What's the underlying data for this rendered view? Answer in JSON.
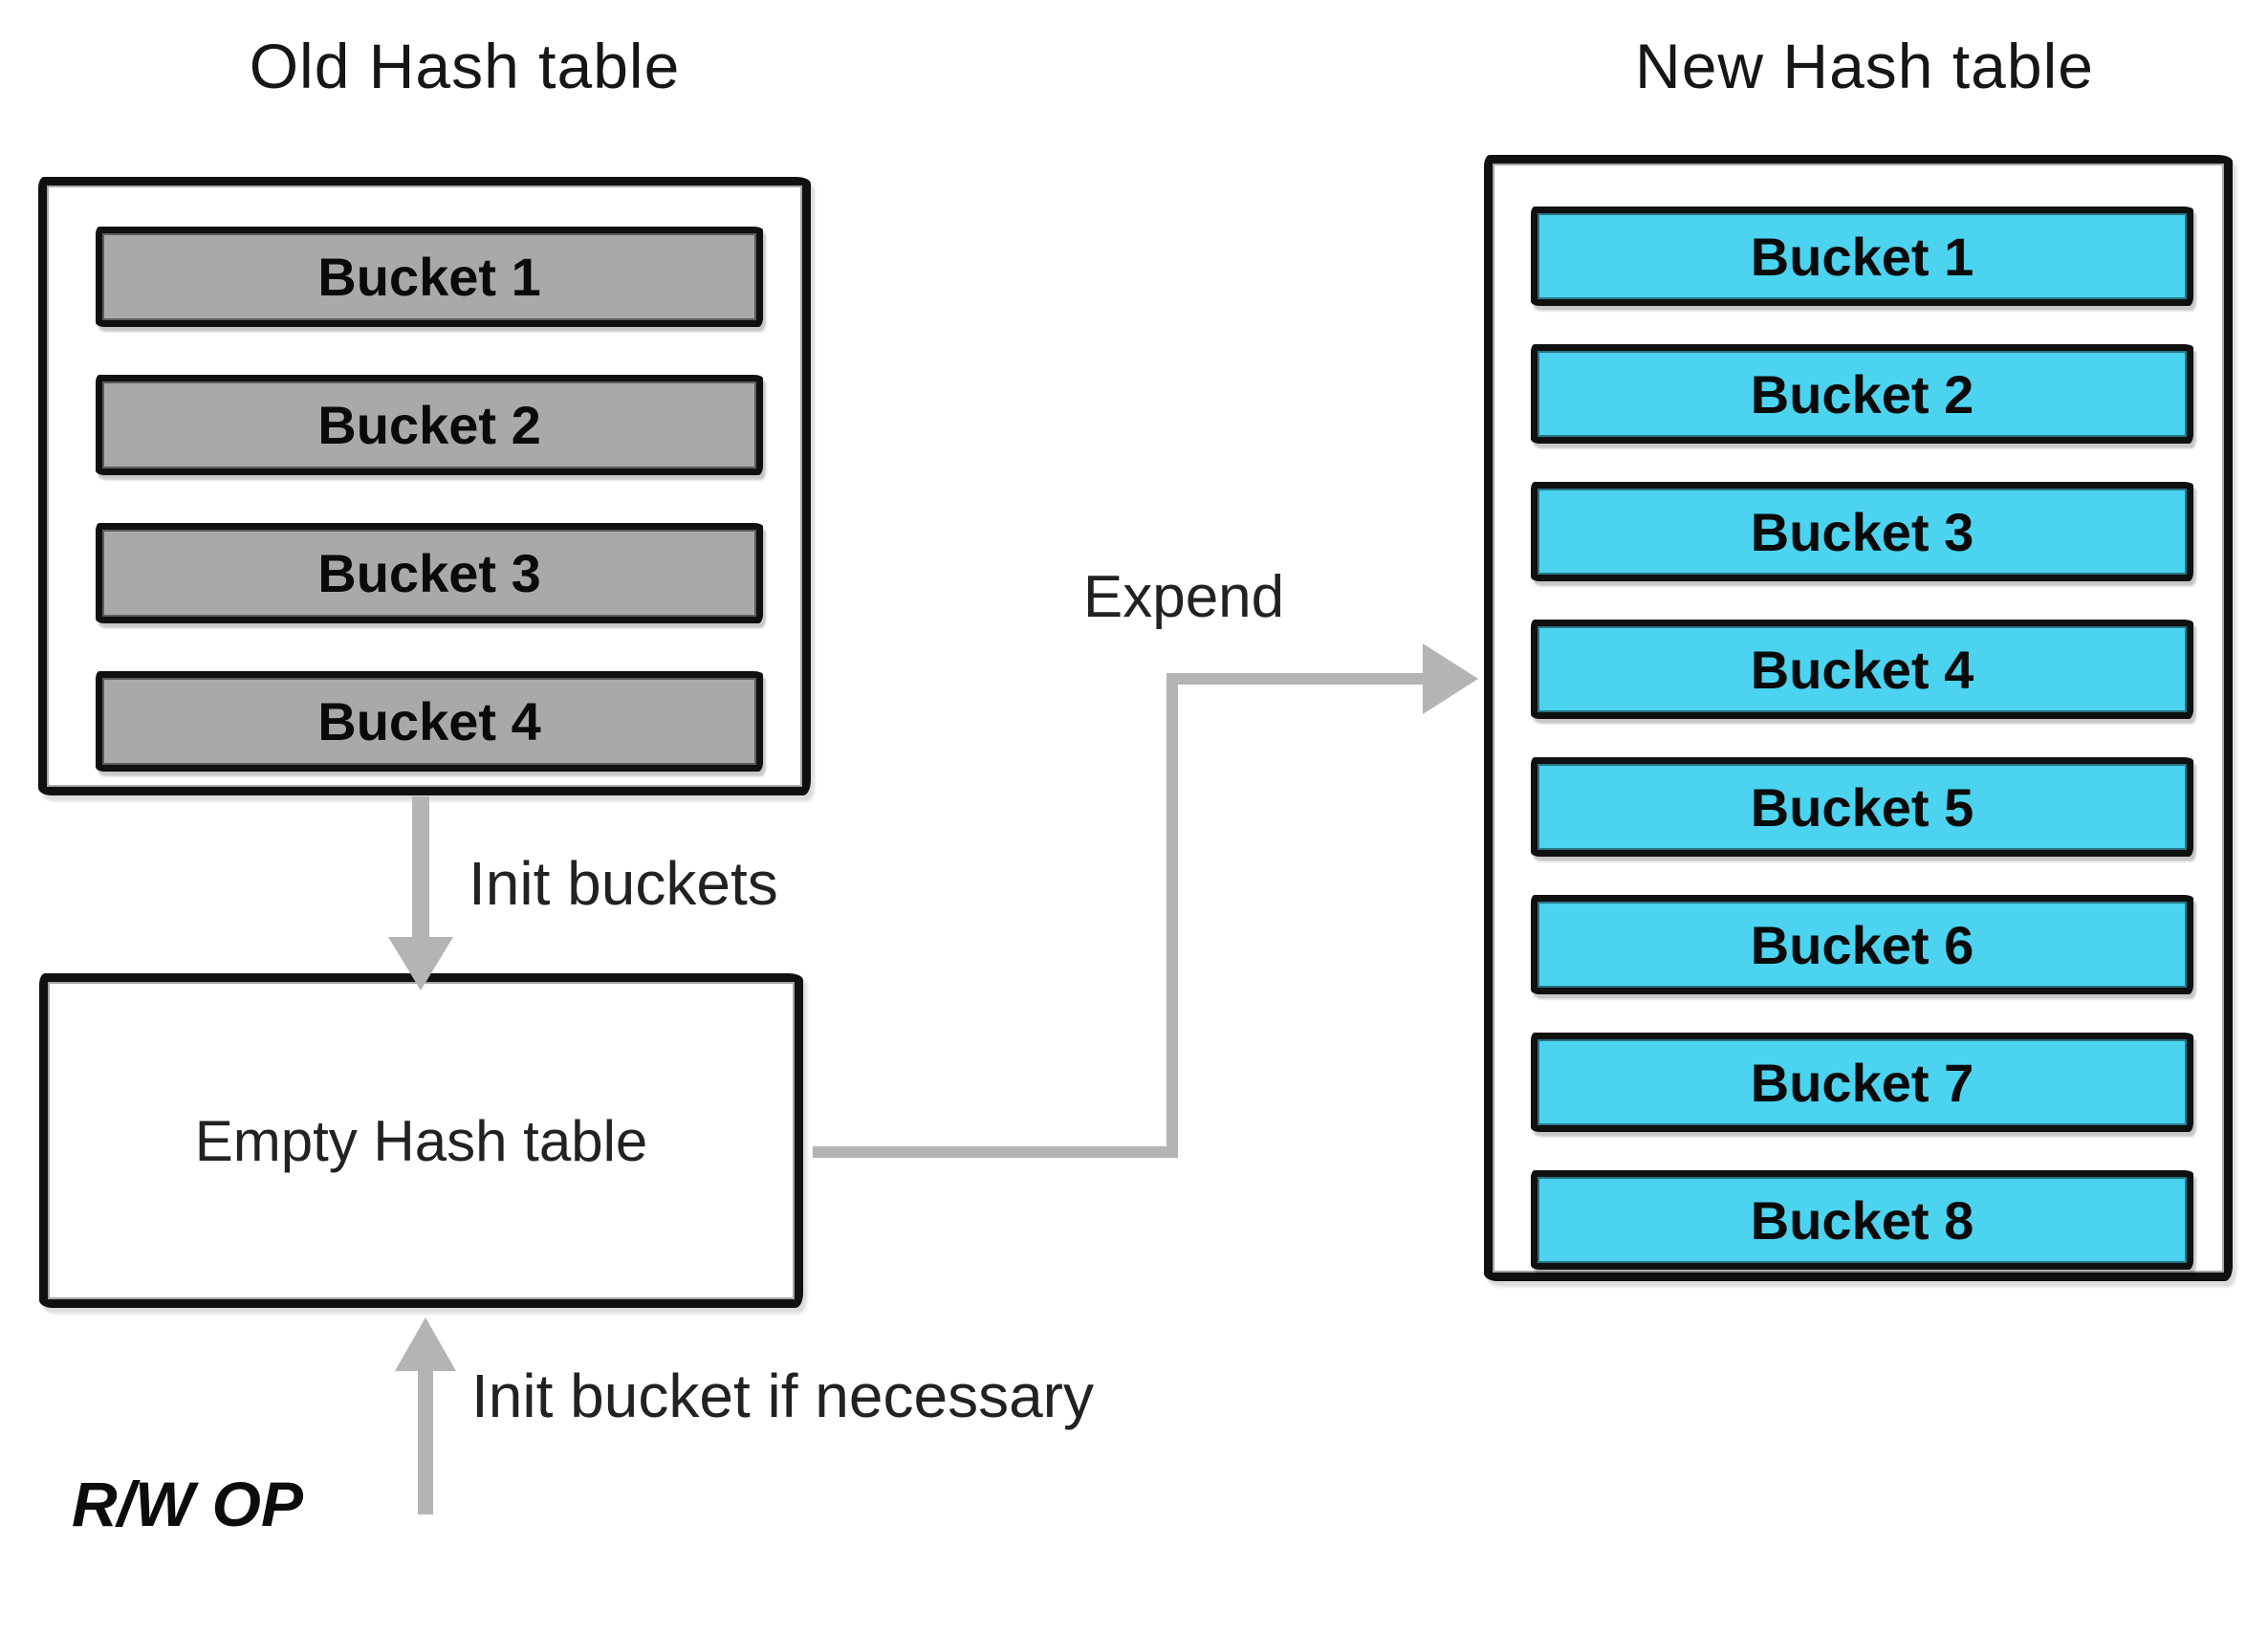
{
  "old_table": {
    "title": "Old Hash table",
    "buckets": [
      "Bucket 1",
      "Bucket 2",
      "Bucket 3",
      "Bucket 4"
    ]
  },
  "new_table": {
    "title": "New Hash table",
    "buckets": [
      "Bucket 1",
      "Bucket 2",
      "Bucket 3",
      "Bucket 4",
      "Bucket 5",
      "Bucket 6",
      "Bucket 7",
      "Bucket 8"
    ]
  },
  "empty_box": {
    "label": "Empty Hash table"
  },
  "arrow_labels": {
    "init_buckets": "Init buckets",
    "expend": "Expend",
    "init_bucket_if_necessary": "Init bucket if necessary",
    "rw_op": "R/W OP"
  },
  "colors": {
    "old_bucket_fill": "#a9a9a9",
    "new_bucket_fill": "#4bd3f0",
    "arrow": "#b4b4b4",
    "border": "#101010",
    "text": "#1b1b1b"
  }
}
